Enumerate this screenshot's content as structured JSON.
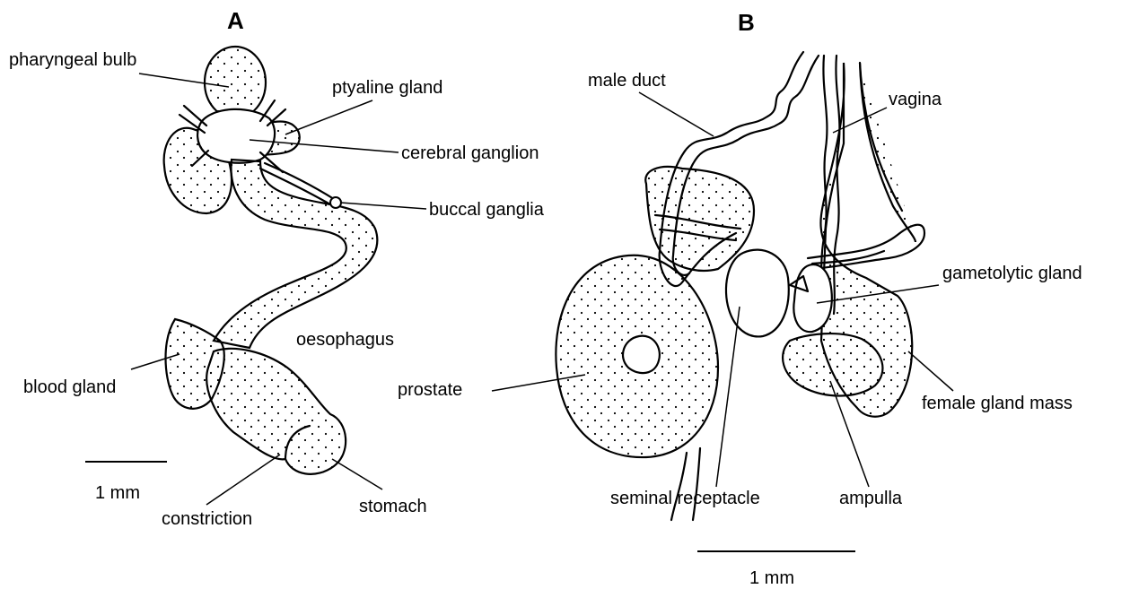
{
  "panels": {
    "a": "A",
    "b": "B"
  },
  "labels_a": {
    "pharyngeal_bulb": "pharyngeal bulb",
    "ptyaline_gland": "ptyaline gland",
    "cerebral_ganglion": "cerebral ganglion",
    "buccal_ganglia": "buccal ganglia",
    "oesophagus": "oesophagus",
    "blood_gland": "blood gland",
    "constriction": "constriction",
    "stomach": "stomach",
    "scale": "1 mm"
  },
  "labels_b": {
    "male_duct": "male duct",
    "vagina": "vagina",
    "gametolytic_gland": "gametolytic gland",
    "prostate": "prostate",
    "female_gland_mass": "female gland mass",
    "seminal_receptacle": "seminal receptacle",
    "ampulla": "ampulla",
    "scale": "1 mm"
  },
  "colors": {
    "ink": "#000000",
    "background": "#ffffff"
  }
}
